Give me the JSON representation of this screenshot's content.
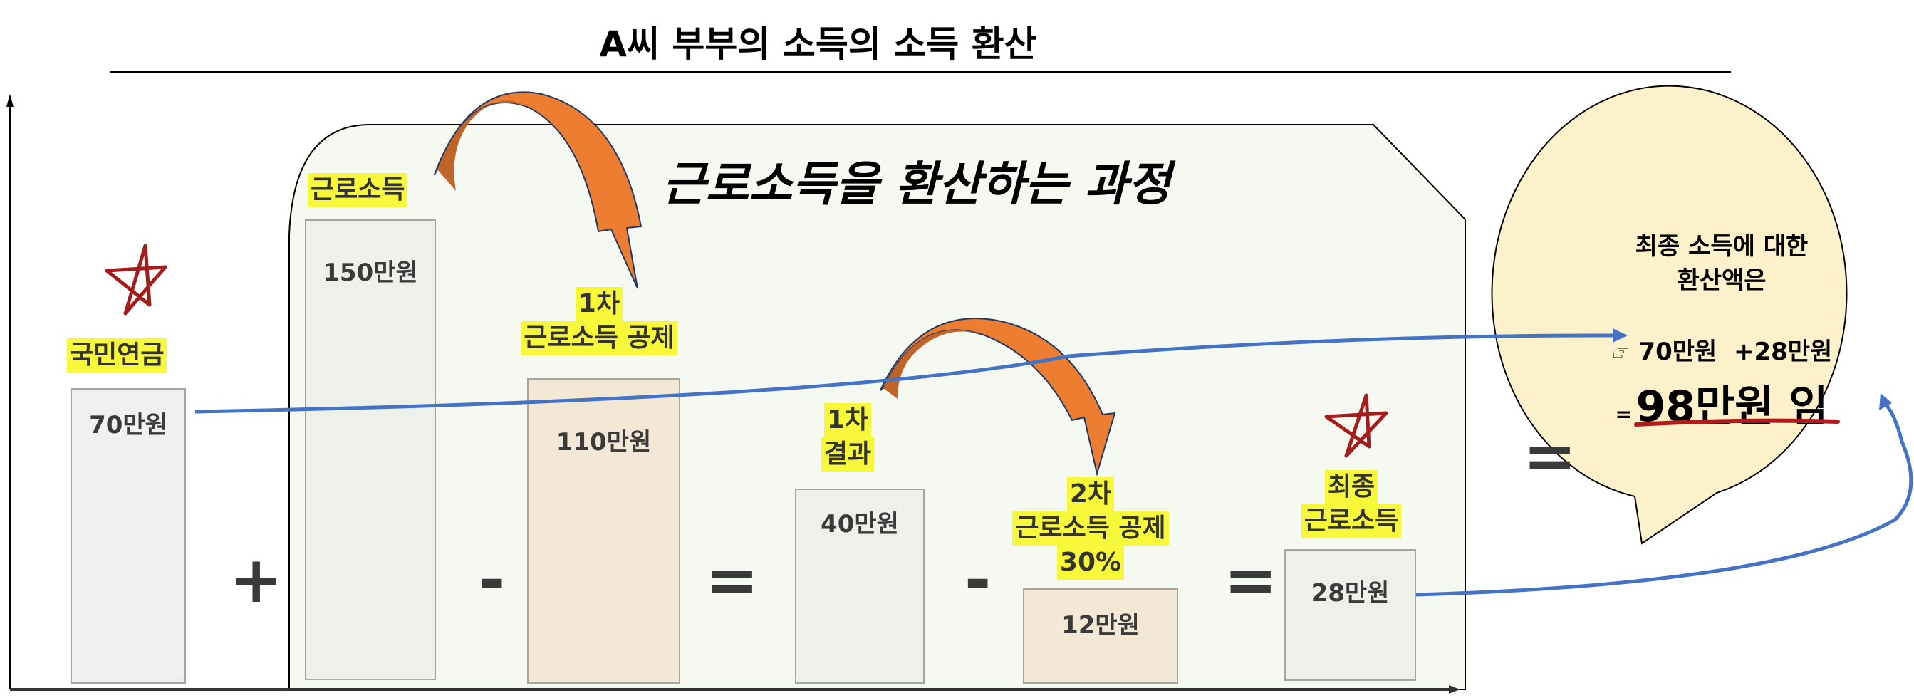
{
  "title": "A씨 부부의 소득의 소득 환산",
  "panel_title": "근로소득을 환산하는 과정",
  "pension": {
    "label": "국민연금",
    "value": "70만원"
  },
  "earned_income": {
    "label": "근로소득",
    "value": "150만원"
  },
  "first_deduction": {
    "label_line1": "1차",
    "label_line2": "근로소득 공제",
    "value": "110만원"
  },
  "first_result": {
    "label_line1": "1차",
    "label_line2": "결과",
    "value": "40만원"
  },
  "second_deduction": {
    "label_line1": "2차",
    "label_line2": "근로소득 공제",
    "label_line3": "30%",
    "value": "12만원"
  },
  "final_income": {
    "label_line1": "최종",
    "label_line2": "근로소득",
    "value": "28만원"
  },
  "operators": {
    "plus": "+",
    "minus": "-",
    "equals": "="
  },
  "bubble": {
    "line1": "최종 소득에 대한",
    "line2": "환산액은",
    "pointer": "☞",
    "sum": "70만원  +28만원",
    "eq": "=",
    "result": "98만원 임"
  },
  "colors": {
    "highlight": "#f8f83a",
    "arrow_dark": "#c0652a",
    "arrow_light": "#ed7d31",
    "connector": "#4472c4",
    "star": "#a51c1c",
    "bubble": "#fdf1cc",
    "underline": "#b01c1c"
  },
  "icons": [
    "star-icon",
    "curved-arrow-icon",
    "pointing-hand-icon"
  ]
}
